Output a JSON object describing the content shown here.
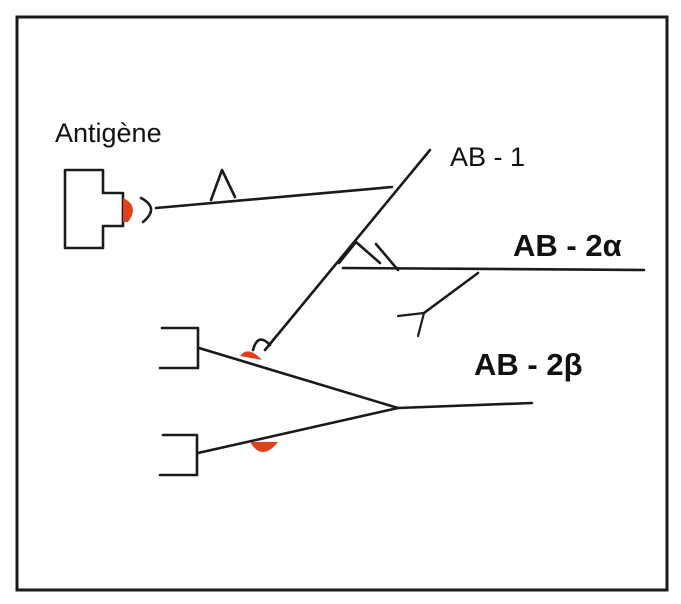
{
  "labels": {
    "antigen": "Antigène",
    "ab1": "AB - 1",
    "ab2a": "AB - 2α",
    "ab2b": "AB - 2β"
  },
  "colors": {
    "border": "#1a1a1a",
    "epitope": "#e0401a",
    "background": "#ffffff"
  }
}
